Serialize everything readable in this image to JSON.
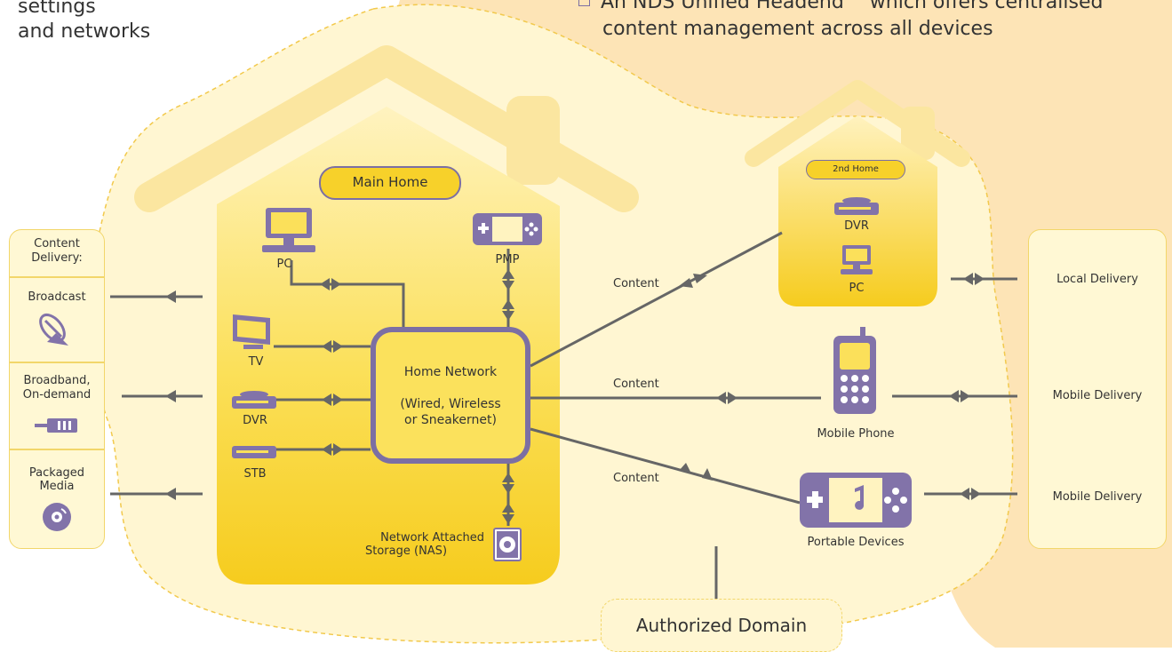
{
  "intro": {
    "line1": "settings",
    "line2": "and networks"
  },
  "bullet": {
    "line1": "An NDS Unified Headend™ which offers centralised",
    "line2": "content management across all devices"
  },
  "main_home": {
    "label": "Main Home"
  },
  "second_home": {
    "label": "2nd Home",
    "dvr": "DVR",
    "pc": "PC"
  },
  "home_network": {
    "title": "Home Network",
    "line2": "(Wired, Wireless",
    "line3": "or Sneakernet)"
  },
  "devices": {
    "pc": "PC",
    "pmp": "PMP",
    "tv": "TV",
    "dvr": "DVR",
    "stb": "STB",
    "nas_line1": "Network Attached",
    "nas_line2": "Storage (NAS)"
  },
  "content_delivery": {
    "header_line1": "Content",
    "header_line2": "Delivery:",
    "broadcast": "Broadcast",
    "broadband_line1": "Broadband,",
    "broadband_line2": "On-demand",
    "packaged_line1": "Packaged",
    "packaged_line2": "Media"
  },
  "links": {
    "content": "Content"
  },
  "mobile_phone": "Mobile Phone",
  "portable_devices": "Portable Devices",
  "right_panel": {
    "local": "Local Delivery",
    "mobile1": "Mobile Delivery",
    "mobile2": "Mobile Delivery"
  },
  "authorized_domain": "Authorized Domain",
  "colors": {
    "yellow": "#f7d12a",
    "light_yellow": "#fff6d2",
    "purple": "#7c6fa3",
    "grey_line": "#666666",
    "orange_bg": "#fce2b8"
  },
  "icons": [
    "pc-icon",
    "pmp-icon",
    "tv-icon",
    "dvr-icon",
    "stb-icon",
    "nas-icon",
    "satellite-dish-icon",
    "ethernet-plug-icon",
    "disc-icon",
    "mobile-phone-icon",
    "portable-game-icon"
  ]
}
